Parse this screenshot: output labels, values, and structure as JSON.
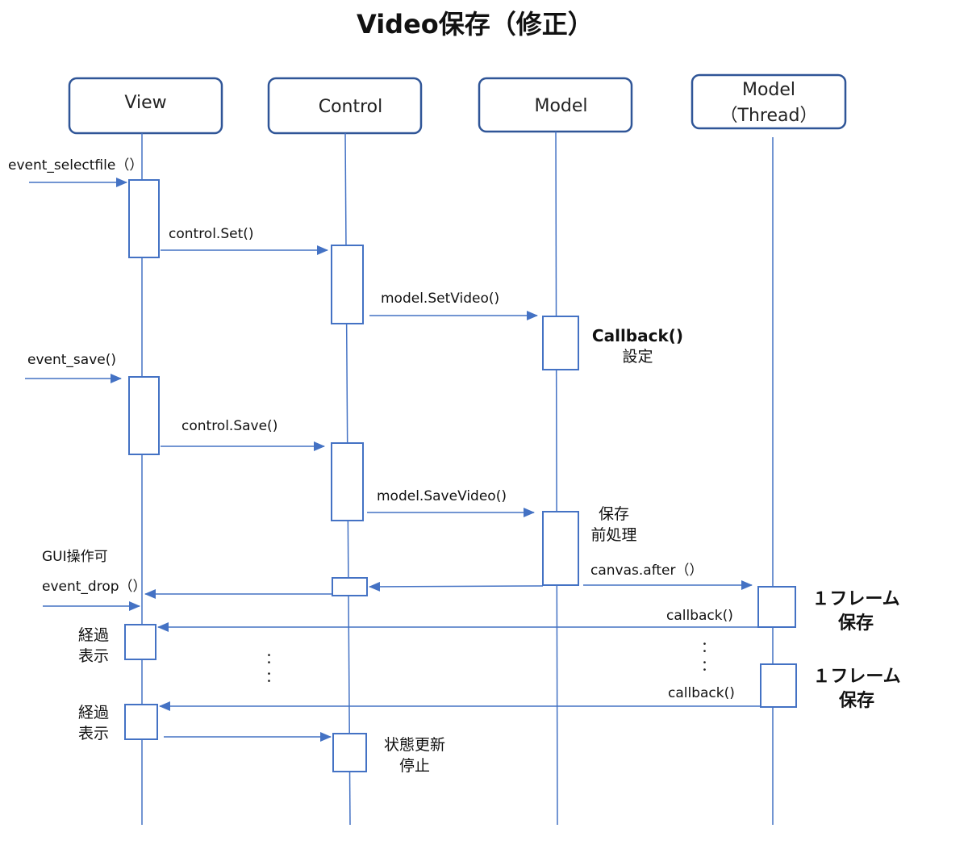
{
  "title": "Video保存（修正）",
  "actors": {
    "view": "View",
    "control": "Control",
    "model": "Model",
    "model_thread_line1": "Model",
    "model_thread_line2": "（Thread）"
  },
  "messages": {
    "event_selectfile": "event_selectfile（）",
    "control_set": "control.Set()",
    "model_setvideo": "model.SetVideo()",
    "event_save": "event_save()",
    "control_save": "control.Save()",
    "model_savevideo": "model.SaveVideo()",
    "gui_enabled": "GUI操作可",
    "event_drop": "event_drop（）",
    "canvas_after": "canvas.after（）",
    "callback_1": "callback()",
    "callback_2": "callback()"
  },
  "notes": {
    "callback_setup_line1": "Callback()",
    "callback_setup_line2": "設定",
    "save_pre_line1": "保存",
    "save_pre_line2": "前処理",
    "frame_save_1_line1": "１フレーム",
    "frame_save_1_line2": "保存",
    "frame_save_2_line1": "１フレーム",
    "frame_save_2_line2": "保存",
    "progress_1_line1": "経過",
    "progress_1_line2": "表示",
    "progress_2_line1": "経過",
    "progress_2_line2": "表示",
    "stop_update_line1": "状態更新",
    "stop_update_line2": "停止"
  },
  "ellipsis": {
    "control_gap": "：",
    "thread_gap": "："
  },
  "colors": {
    "lifeline": "#4472C4",
    "actor_border": "#2F5597",
    "arrow": "#4472C4",
    "text": "#111111"
  }
}
